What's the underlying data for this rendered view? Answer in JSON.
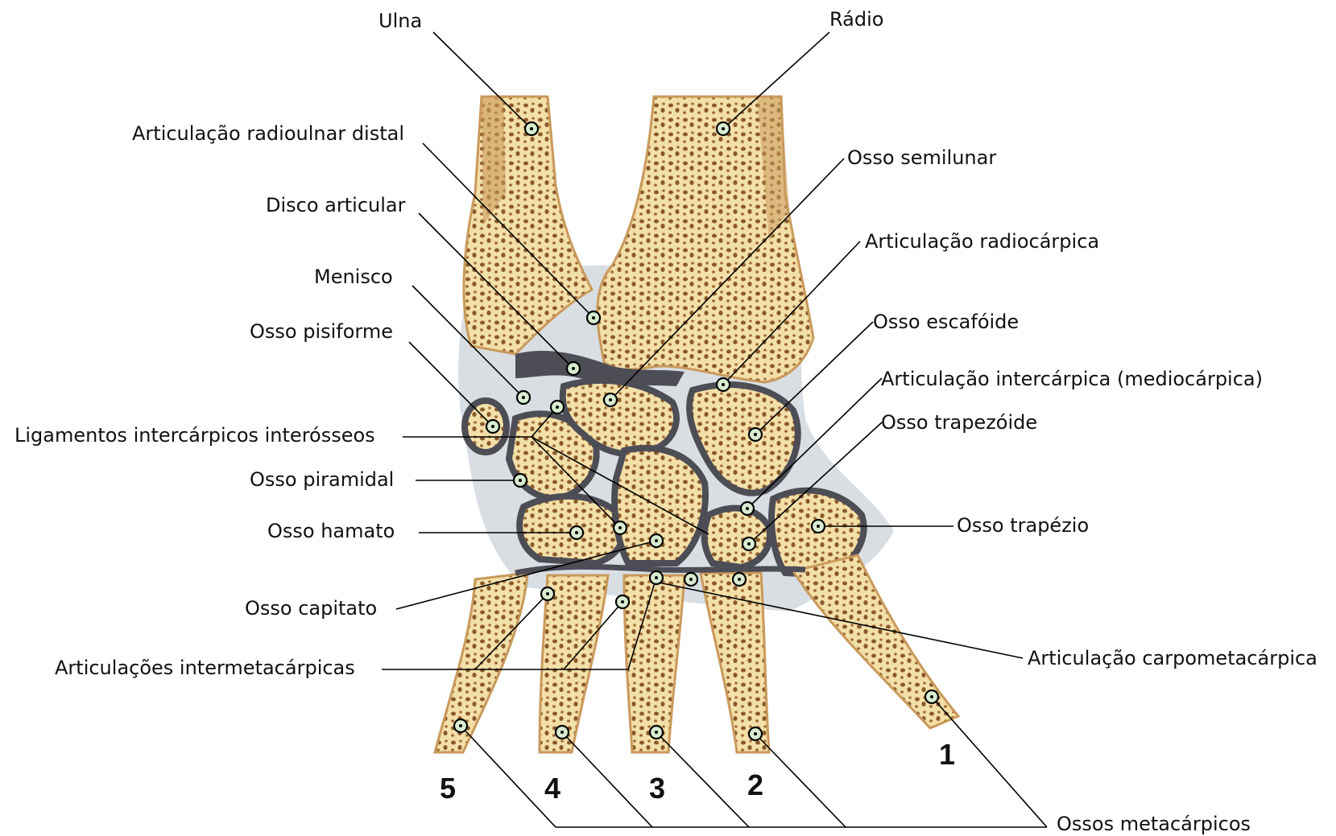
{
  "labels": {
    "ulna": "Ulna",
    "radio": "Rádio",
    "art_radioulnar": "Articulação radioulnar distal",
    "disco": "Disco articular",
    "menisco": "Menisco",
    "pisiforme": "Osso pisiforme",
    "ligamentos": "Ligamentos intercárpicos interósseos",
    "piramidal": "Osso piramidal",
    "hamato": "Osso hamato",
    "capitato": "Osso capitato",
    "intermetacarpicas": "Articulações intermetacárpicas",
    "semilunar": "Osso semilunar",
    "radiocarpica": "Articulação radiocárpica",
    "escafoide": "Osso escafóide",
    "intercarpica": "Articulação intercárpica (mediocárpica)",
    "trapezoide": "Osso trapezóide",
    "trapezio": "Osso trapézio",
    "carpometacarpica": "Articulação carpometacárpica",
    "metacarpicos": "Ossos metacárpicos"
  },
  "numbers": {
    "n1": "1",
    "n2": "2",
    "n3": "3",
    "n4": "4",
    "n5": "5"
  },
  "colors": {
    "bone": "#f3dfa8",
    "bone_shade": "#c99a5c",
    "trabecula": "#8a5a2b",
    "cartilage": "#9aa7b5",
    "ligament": "#4d4d55",
    "background": "#ffffff"
  }
}
